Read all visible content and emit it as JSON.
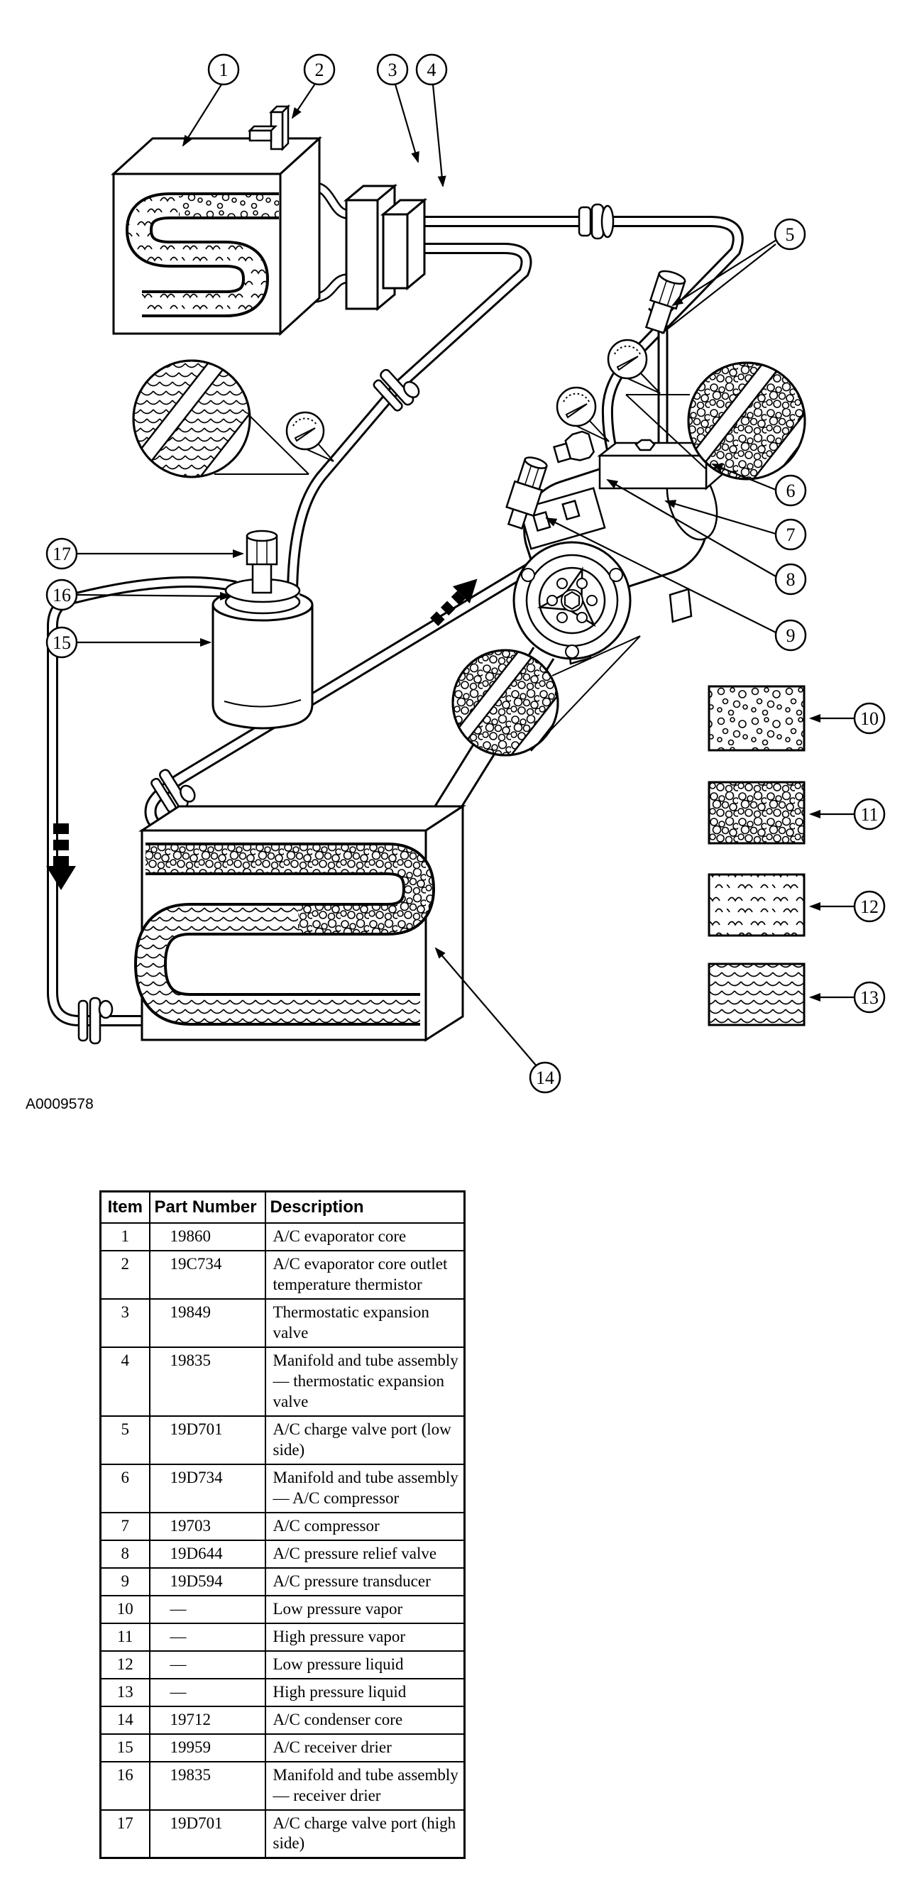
{
  "colors": {
    "ink": "#000000",
    "paper": "#ffffff"
  },
  "figure_label": "A0009578",
  "diagram": {
    "callout_labels": [
      "1",
      "2",
      "3",
      "4",
      "5",
      "6",
      "7",
      "8",
      "9",
      "10",
      "11",
      "12",
      "13",
      "14",
      "15",
      "16",
      "17"
    ],
    "legend": [
      {
        "num": "10",
        "texture": "sparse-bubbles",
        "meaning": "Low pressure vapor"
      },
      {
        "num": "11",
        "texture": "dense-bubbles",
        "meaning": "High pressure vapor"
      },
      {
        "num": "12",
        "texture": "sparse-waves",
        "meaning": "Low pressure liquid"
      },
      {
        "num": "13",
        "texture": "dense-scales",
        "meaning": "High pressure liquid"
      }
    ]
  },
  "table": {
    "headers": [
      "Item",
      "Part Number",
      "Description"
    ],
    "rows": [
      {
        "item": "1",
        "part": "19860",
        "desc": "A/C evaporator core"
      },
      {
        "item": "2",
        "part": "19C734",
        "desc": "A/C evaporator core outlet temperature thermistor"
      },
      {
        "item": "3",
        "part": "19849",
        "desc": "Thermostatic expansion valve"
      },
      {
        "item": "4",
        "part": "19835",
        "desc": "Manifold and tube assembly — thermostatic expansion valve"
      },
      {
        "item": "5",
        "part": "19D701",
        "desc": "A/C charge valve port (low side)"
      },
      {
        "item": "6",
        "part": "19D734",
        "desc": "Manifold and tube assembly — A/C compressor"
      },
      {
        "item": "7",
        "part": "19703",
        "desc": "A/C compressor"
      },
      {
        "item": "8",
        "part": "19D644",
        "desc": "A/C pressure relief valve"
      },
      {
        "item": "9",
        "part": "19D594",
        "desc": "A/C pressure transducer"
      },
      {
        "item": "10",
        "part": "—",
        "desc": "Low pressure vapor"
      },
      {
        "item": "11",
        "part": "—",
        "desc": "High pressure vapor"
      },
      {
        "item": "12",
        "part": "—",
        "desc": "Low pressure liquid"
      },
      {
        "item": "13",
        "part": "—",
        "desc": "High pressure liquid"
      },
      {
        "item": "14",
        "part": "19712",
        "desc": "A/C condenser core"
      },
      {
        "item": "15",
        "part": "19959",
        "desc": "A/C receiver drier"
      },
      {
        "item": "16",
        "part": "19835",
        "desc": "Manifold and tube assembly — receiver drier"
      },
      {
        "item": "17",
        "part": "19D701",
        "desc": "A/C charge valve port (high side)"
      }
    ]
  }
}
